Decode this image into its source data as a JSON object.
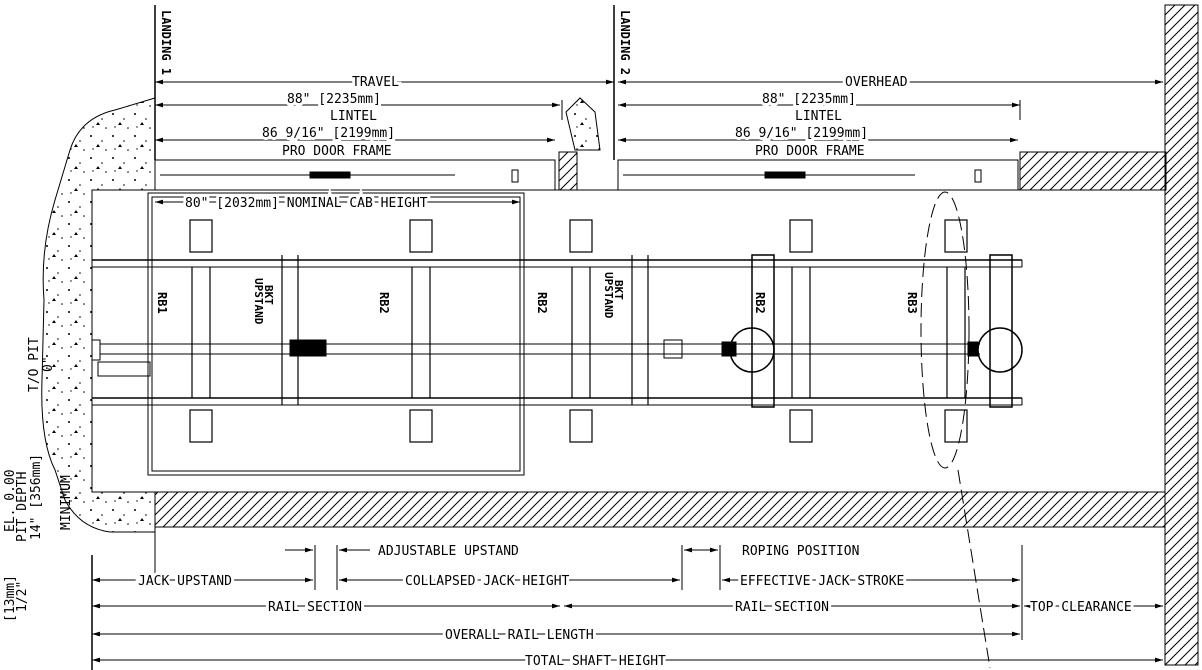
{
  "landings": {
    "landing1": "LANDING 1",
    "landing2": "LANDING 2"
  },
  "top_dimensions": {
    "travel": "TRAVEL",
    "overhead": "OVERHEAD",
    "lintel_dim_1": "88\" [2235mm]",
    "lintel_1": "LINTEL",
    "frame_dim_1": "86 9/16\" [2199mm]",
    "frame_1": "PRO DOOR FRAME",
    "lintel_dim_2": "88\" [2235mm]",
    "lintel_2": "LINTEL",
    "frame_dim_2": "86 9/16\" [2199mm]",
    "frame_2": "PRO DOOR FRAME"
  },
  "cab": {
    "nominal_height": "80\" [2032mm] NOMINAL CAB HEIGHT"
  },
  "brackets": {
    "rb1": "RB1",
    "rb2_a": "RB2",
    "rb2_b": "RB2",
    "rb2_c": "RB2",
    "rb3": "RB3",
    "upstand_bkt_1": [
      "UPSTAND",
      "BKT"
    ],
    "upstand_bkt_2": [
      "UPSTAND",
      "BKT"
    ]
  },
  "pit": {
    "to_pit": [
      "T/O PIT",
      "0\""
    ],
    "depth": [
      "14\" [356mm]",
      "MINIMUM",
      "PIT DEPTH",
      "EL. 0.00"
    ],
    "half_inch": [
      "1/2\"",
      "[13mm]"
    ]
  },
  "bottom_dimensions": {
    "adjustable_upstand": "ADJUSTABLE UPSTAND",
    "roping_position": "ROPING POSITION",
    "jack_upstand": "JACK UPSTAND",
    "collapsed_jack_height": "COLLAPSED JACK HEIGHT",
    "effective_jack_stroke": "EFFECTIVE JACK STROKE",
    "rail_section_1": "RAIL SECTION",
    "rail_section_2": "RAIL SECTION",
    "top_clearance": "TOP CLEARANCE",
    "overall_rail_length": "OVERALL RAIL LENGTH",
    "total_shaft_height": "TOTAL SHAFT HEIGHT"
  },
  "colors": {
    "line": "#000000",
    "background": "#ffffff"
  }
}
